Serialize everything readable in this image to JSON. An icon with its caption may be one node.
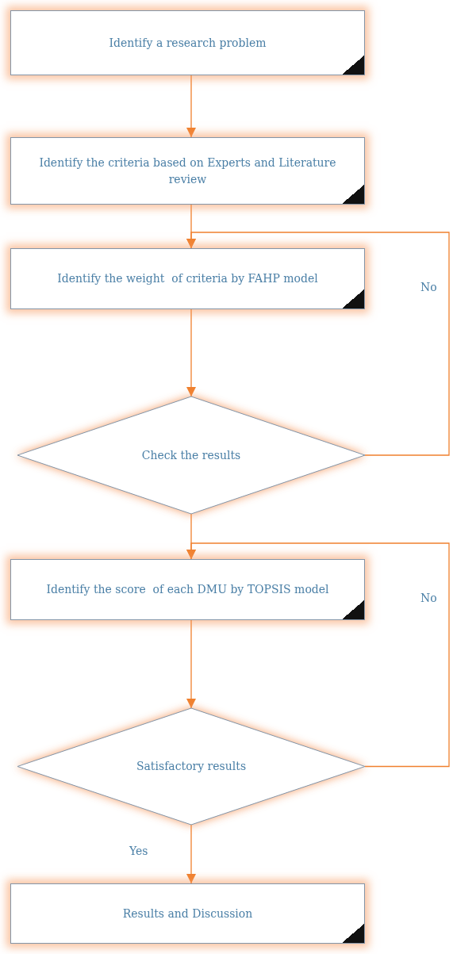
{
  "diagram": {
    "nodes": [
      {
        "text": [
          "Identify a research problem"
        ]
      },
      {
        "text": [
          "Identify the criteria based on Experts and Literature review"
        ]
      },
      {
        "text": [
          "Identify the weight  of criteria by FAHP model"
        ]
      },
      {
        "text": [
          "Check the results"
        ]
      },
      {
        "text": [
          "Identify the score  of each DMU by TOPSIS model"
        ]
      },
      {
        "text": [
          "Satisfactory results"
        ]
      },
      {
        "text": [
          "Results and Discussion"
        ]
      }
    ],
    "edges": [
      {
        "from": 0,
        "to": 1,
        "arrow": "to"
      },
      {
        "from": 1,
        "to": 2,
        "arrow": "to"
      },
      {
        "from": 2,
        "to": 3,
        "arrow": "to"
      },
      {
        "from": 3,
        "to": 2,
        "arrow": "to",
        "label": "No"
      },
      {
        "from": 3,
        "to": 4,
        "arrow": "to"
      },
      {
        "from": 4,
        "to": 5,
        "arrow": "to"
      },
      {
        "from": 5,
        "to": 4,
        "arrow": "to",
        "label": "No"
      },
      {
        "from": 5,
        "to": 6,
        "arrow": "to",
        "label": "Yes"
      }
    ]
  }
}
